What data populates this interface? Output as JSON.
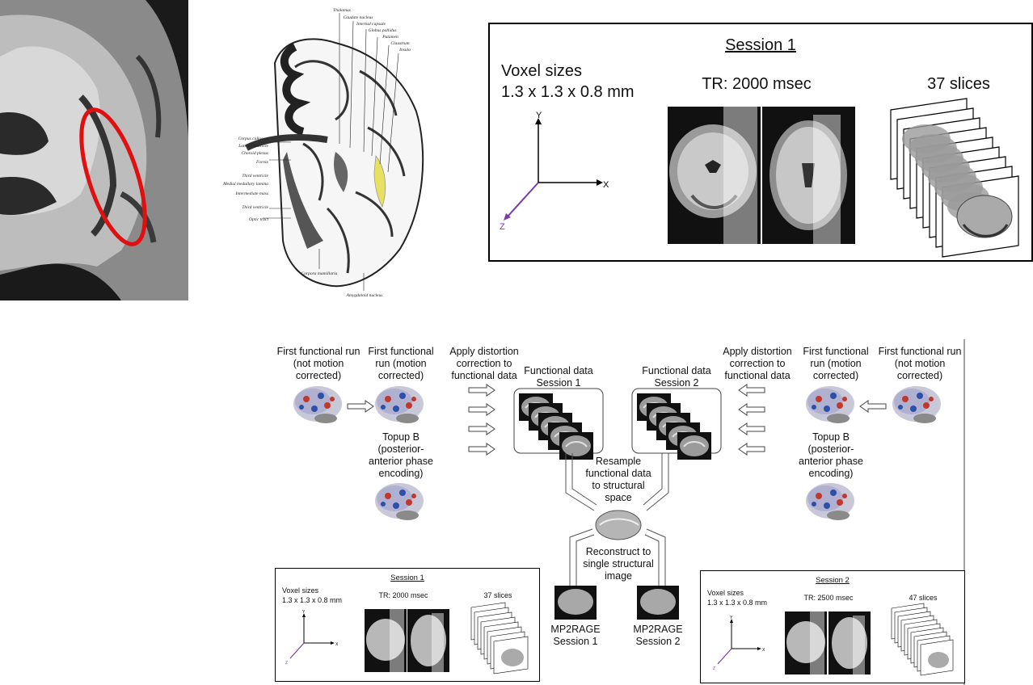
{
  "top_session": {
    "title": "Session 1",
    "voxel_line1": "Voxel sizes",
    "voxel_line2": "1.3 x 1.3 x 0.8 mm",
    "tr": "TR: 2000 msec",
    "slices": "37 slices",
    "axis_x": "X",
    "axis_y": "Y",
    "axis_z": "Z"
  },
  "anatomy_labels": {
    "top": [
      "Thalamus",
      "Caudate nucleus",
      "Internal capsule",
      "Globus pallidus",
      "Putamen",
      "Claustrum",
      "Insula"
    ],
    "left": [
      "Corpus callosum",
      "Lateral ventricle",
      "Choroid plexus",
      "Fornix",
      "Third ventricle",
      "Medial medullary lamina",
      "Intermediate mass",
      "Third ventricle",
      "Optic tract"
    ],
    "bottom": [
      "Corpora mamillaria",
      "Amygdaloid nucleus"
    ]
  },
  "pipeline": {
    "left_run_not_mc": [
      "First functional run",
      "(not motion",
      "corrected)"
    ],
    "left_run_mc": [
      "First functional",
      "run (motion",
      "corrected)"
    ],
    "left_topup": [
      "Topup B",
      "(posterior-",
      "anterior phase",
      "encoding)"
    ],
    "left_apply": [
      "Apply distortion",
      "correction to",
      "functional data"
    ],
    "func_s1": [
      "Functional data",
      "Session 1"
    ],
    "func_s2": [
      "Functional data",
      "Session 2"
    ],
    "right_apply": [
      "Apply distortion",
      "correction to",
      "functional data"
    ],
    "right_run_mc": [
      "First functional",
      "run (motion",
      "corrected)"
    ],
    "right_run_not_mc": [
      "First functional run",
      "(not motion",
      "corrected)"
    ],
    "right_topup": [
      "Topup B",
      "(posterior-",
      "anterior phase",
      "encoding)"
    ],
    "resample": [
      "Resample",
      "functional data",
      "to structural",
      "space"
    ],
    "reconstruct": [
      "Reconstruct to",
      "single structural",
      "image"
    ],
    "mp2rage_s1": [
      "MP2RAGE",
      "Session 1"
    ],
    "mp2rage_s2": [
      "MP2RAGE",
      "Session 2"
    ]
  },
  "small_session1": {
    "title": "Session 1",
    "voxel_line1": "Voxel sizes",
    "voxel_line2": "1.3 x 1.3 x 0.8 mm",
    "tr": "TR: 2000 msec",
    "slices": "37 slices",
    "axis_x": "X",
    "axis_y": "Y",
    "axis_z": "Z"
  },
  "small_session2": {
    "title": "Session 2",
    "voxel_line1": "Voxel sizes",
    "voxel_line2": "1.3 x 1.3 x 0.8 mm",
    "tr": "TR: 2500 msec",
    "slices": "47 slices",
    "axis_x": "X",
    "axis_y": "Y",
    "axis_z": "Z"
  },
  "colors": {
    "highlight_ellipse": "#e01010",
    "putamen": "#e8e060",
    "z_axis": "#7a3aa8"
  }
}
